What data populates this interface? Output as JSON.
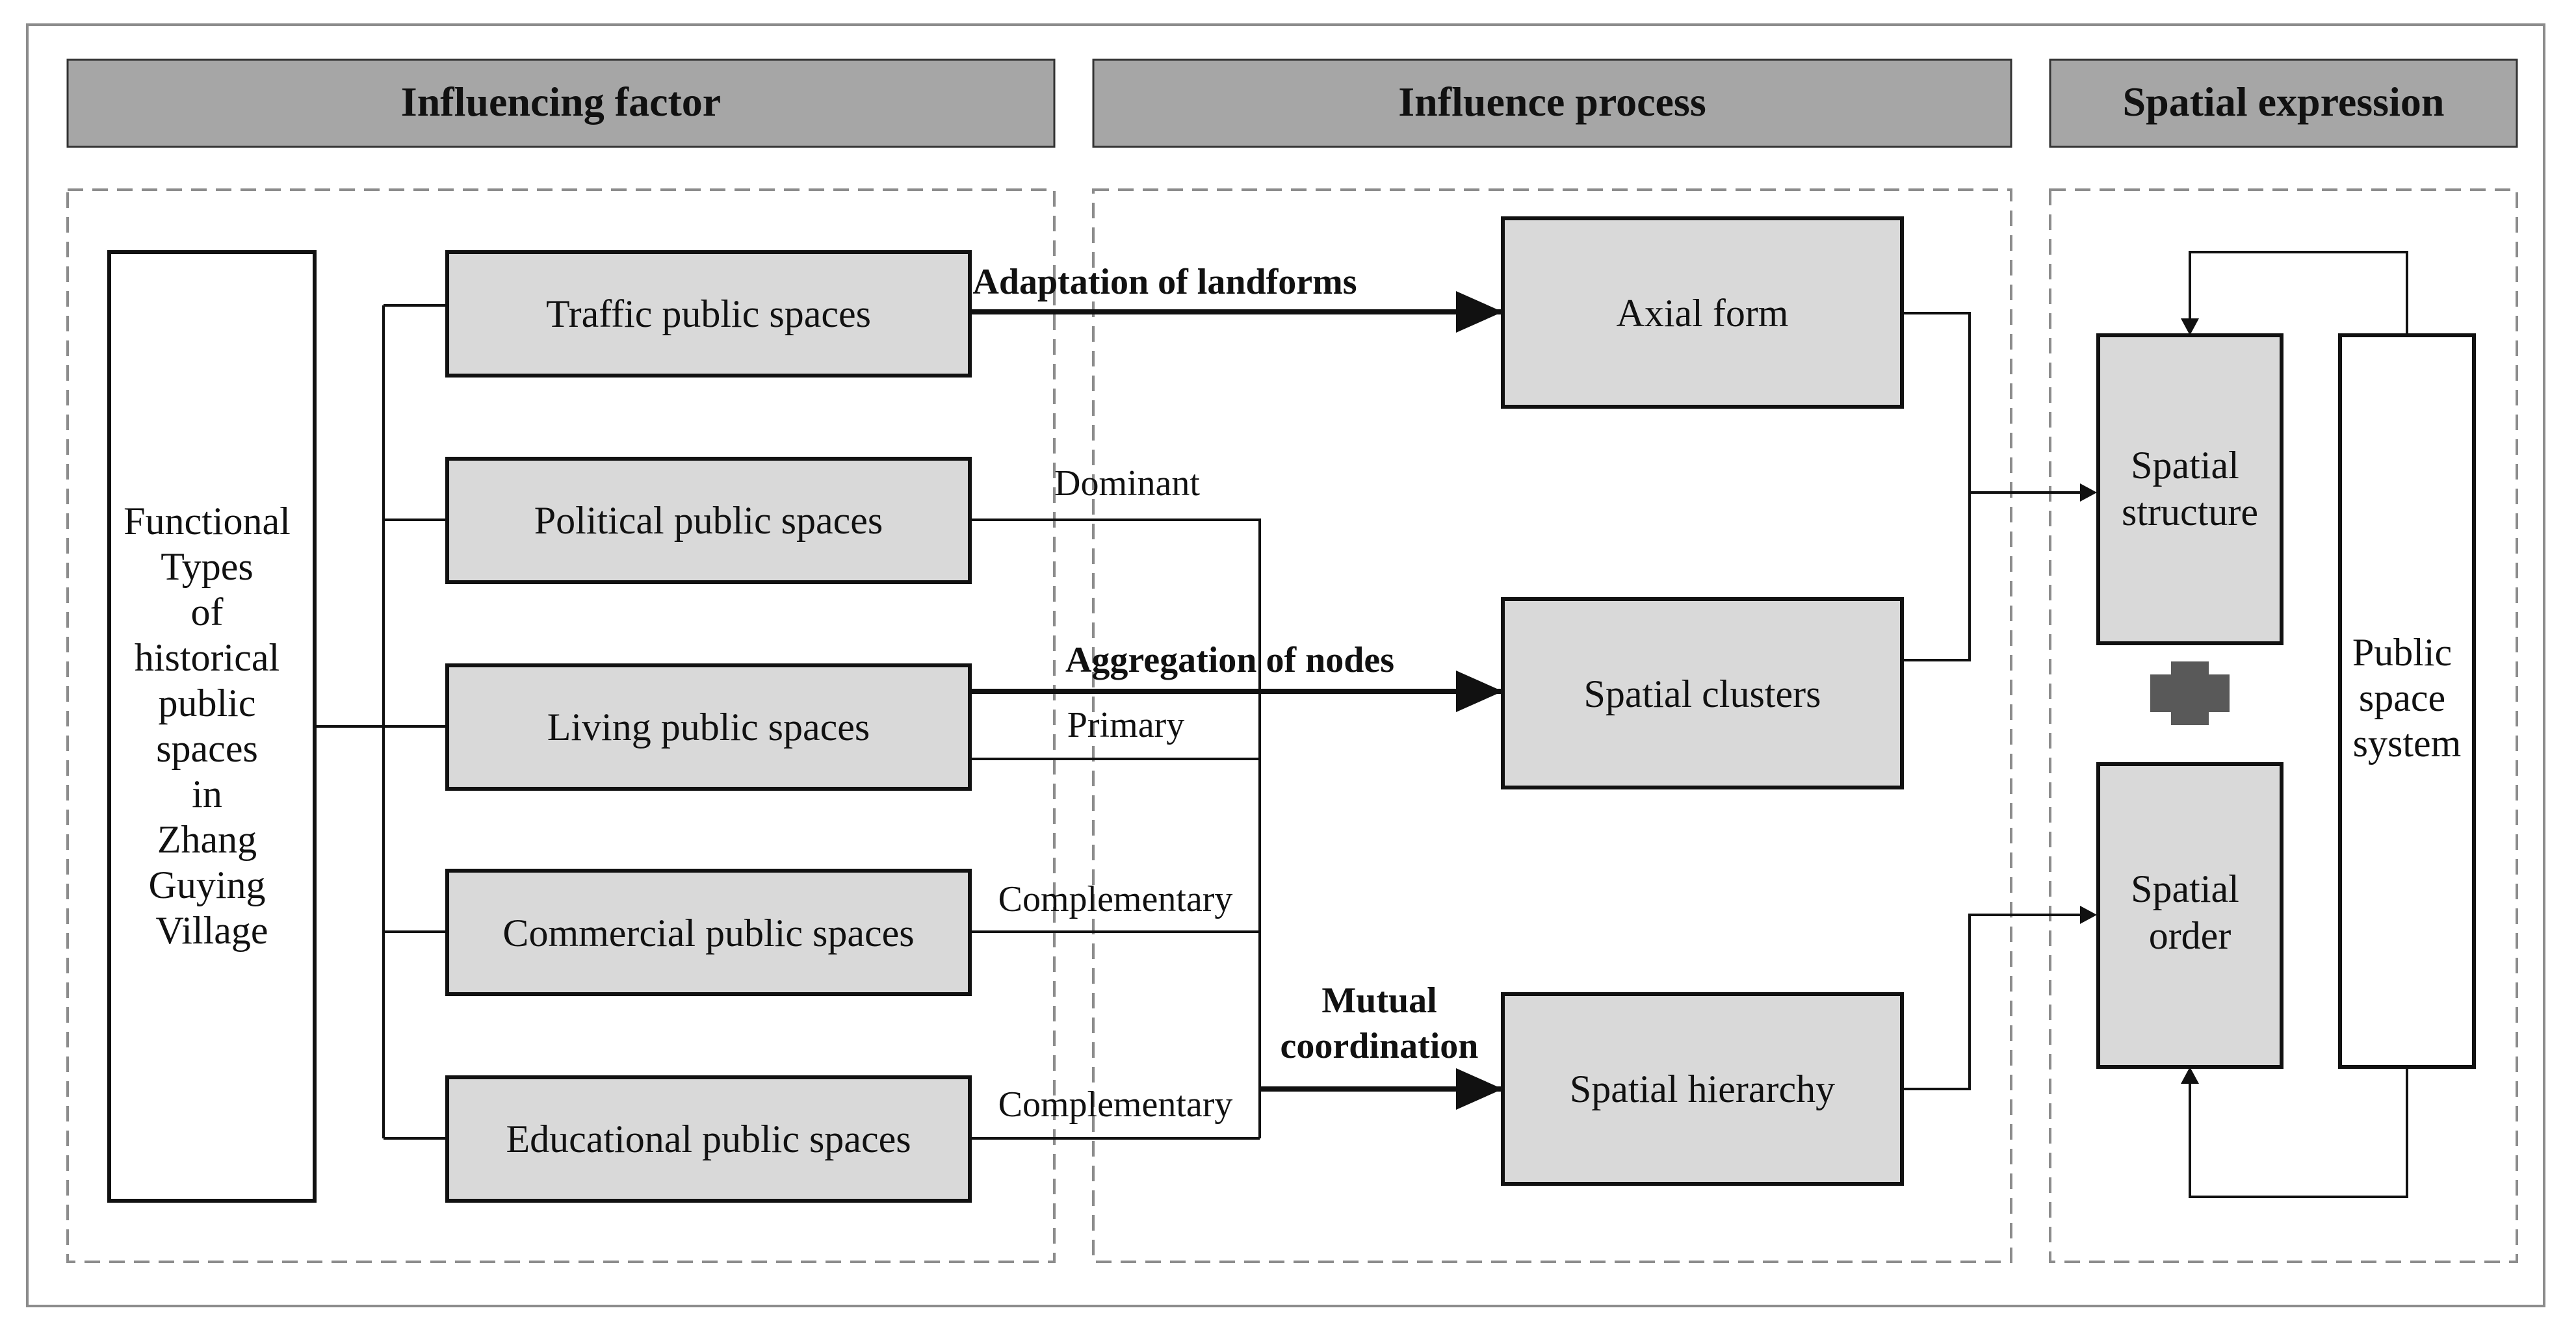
{
  "headers": {
    "factor": "Influencing factor",
    "process": "Influence process",
    "expression": "Spatial expression"
  },
  "root": {
    "lines": [
      "Functional",
      "Types",
      "of",
      "historical",
      "public",
      "spaces",
      "in",
      "Zhang",
      "Guying",
      "Village"
    ]
  },
  "factors": {
    "traffic": "Traffic public spaces",
    "political": "Political public spaces",
    "living": "Living public spaces",
    "commercial": "Commercial public spaces",
    "educational": "Educational public spaces"
  },
  "edge_labels": {
    "adaptation": "Adaptation of landforms",
    "aggregation": "Aggregation of nodes",
    "mutual_1": "Mutual",
    "mutual_2": "coordination",
    "dominant": "Dominant",
    "primary": "Primary",
    "complementary_1": "Complementary",
    "complementary_2": "Complementary"
  },
  "process": {
    "axial": "Axial form",
    "clusters": "Spatial clusters",
    "hierarchy": "Spatial hierarchy"
  },
  "expression": {
    "structure_1": "Spatial",
    "structure_2": "structure",
    "order_1": "Spatial",
    "order_2": "order",
    "system_1": "Public",
    "system_2": "space",
    "system_3": "system"
  },
  "colors": {
    "header_fill": "#a6a6a6",
    "box_fill": "#d9d9d9",
    "plus_fill": "#595959",
    "line": "#111111",
    "dash": "#8c8c8c"
  }
}
